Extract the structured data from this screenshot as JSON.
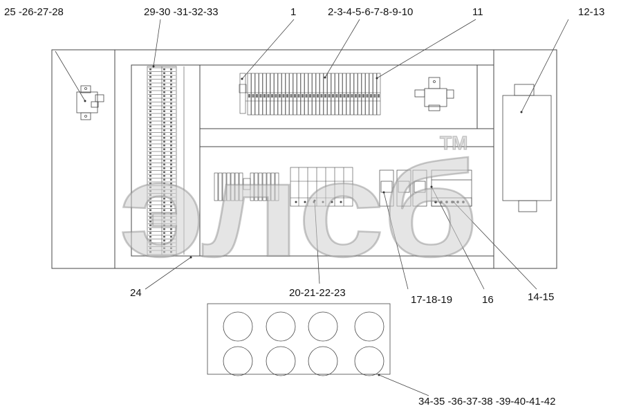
{
  "diagram": {
    "watermark": "элсб",
    "watermark_tm": "TM",
    "callouts": [
      {
        "id": "c-25-28",
        "text": "25 -26-27-28"
      },
      {
        "id": "c-29-33",
        "text": "29-30 -31-32-33"
      },
      {
        "id": "c-1",
        "text": "1"
      },
      {
        "id": "c-2-10",
        "text": "2-3-4-5-6-7-8-9-10"
      },
      {
        "id": "c-11",
        "text": "11"
      },
      {
        "id": "c-12-13",
        "text": "12-13"
      },
      {
        "id": "c-24",
        "text": "24"
      },
      {
        "id": "c-20-23",
        "text": "20-21-22-23"
      },
      {
        "id": "c-17-19",
        "text": "17-18-19"
      },
      {
        "id": "c-16",
        "text": "16"
      },
      {
        "id": "c-14-15",
        "text": "14-15"
      },
      {
        "id": "c-34-42",
        "text": "34-35 -36-37-38 -39-40-41-42"
      }
    ],
    "colors": {
      "line": "#333333",
      "watermark": "#c8c8c8",
      "text": "#111111"
    }
  }
}
